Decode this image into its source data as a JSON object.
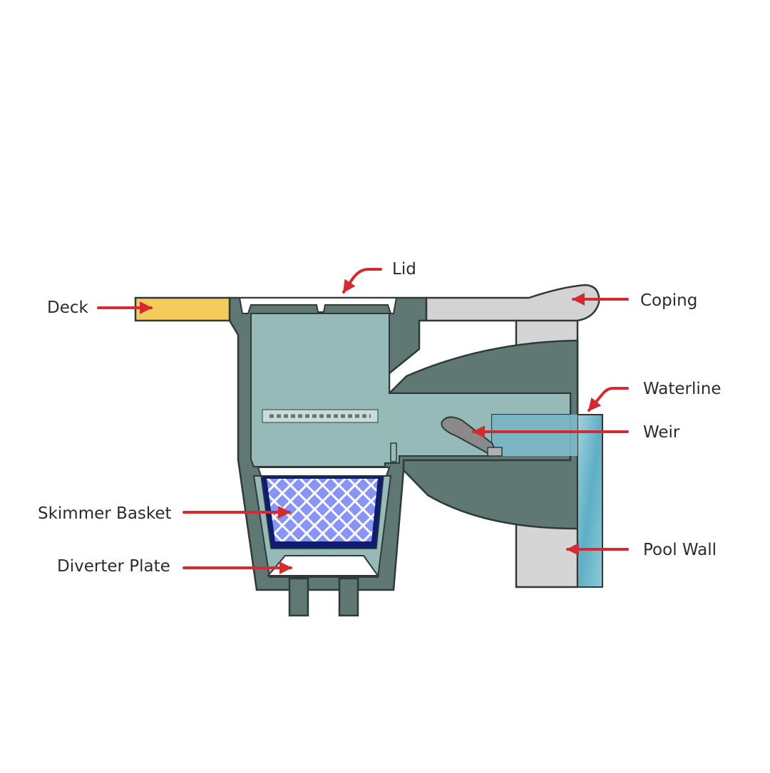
{
  "labels": {
    "lid": "Lid",
    "deck": "Deck",
    "coping": "Coping",
    "waterline": "Waterline",
    "weir": "Weir",
    "skimmer_basket": "Skimmer Basket",
    "diverter_plate": "Diverter Plate",
    "pool_wall": "Pool Wall"
  },
  "colors": {
    "arrow": "#d42a32",
    "body_dark": "#5f7873",
    "body_light": "#96bab7",
    "deck": "#f5cb5c",
    "coping": "#d3d3d3",
    "outline": "#2f3a38",
    "water": "#6fb8cc",
    "basket_mesh": "#7d8cf5",
    "basket_frame": "#0f1d6e",
    "white_part": "#ffffff",
    "weir": "#8a8a8a"
  }
}
